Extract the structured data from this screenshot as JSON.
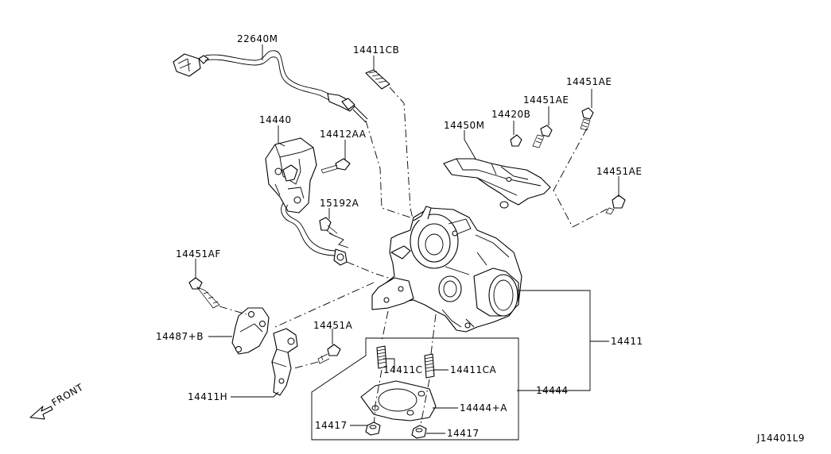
{
  "diagram_id": "J14401L9",
  "direction_label": "FRONT",
  "callouts": {
    "sensor": "22640M",
    "stud_top": "14411CB",
    "actuator": "14440",
    "actuator_bolt": "14412AA",
    "banjo_bolt": "15192A",
    "bolt_left": "14451AF",
    "bracket": "14487+B",
    "bolt_mid": "14451A",
    "bracket_lower": "14411H",
    "heat_shield": "14450M",
    "clip": "14420B",
    "bolt_shield_1": "14451AE",
    "bolt_shield_2": "14451AE",
    "bolt_shield_3": "14451AE",
    "turbocharger": "14411",
    "stud_lower_1": "14411C",
    "stud_lower_2": "14411CA",
    "gasket_kit": "14444",
    "gasket": "14444+A",
    "nut_1": "14417",
    "nut_2": "14417"
  }
}
